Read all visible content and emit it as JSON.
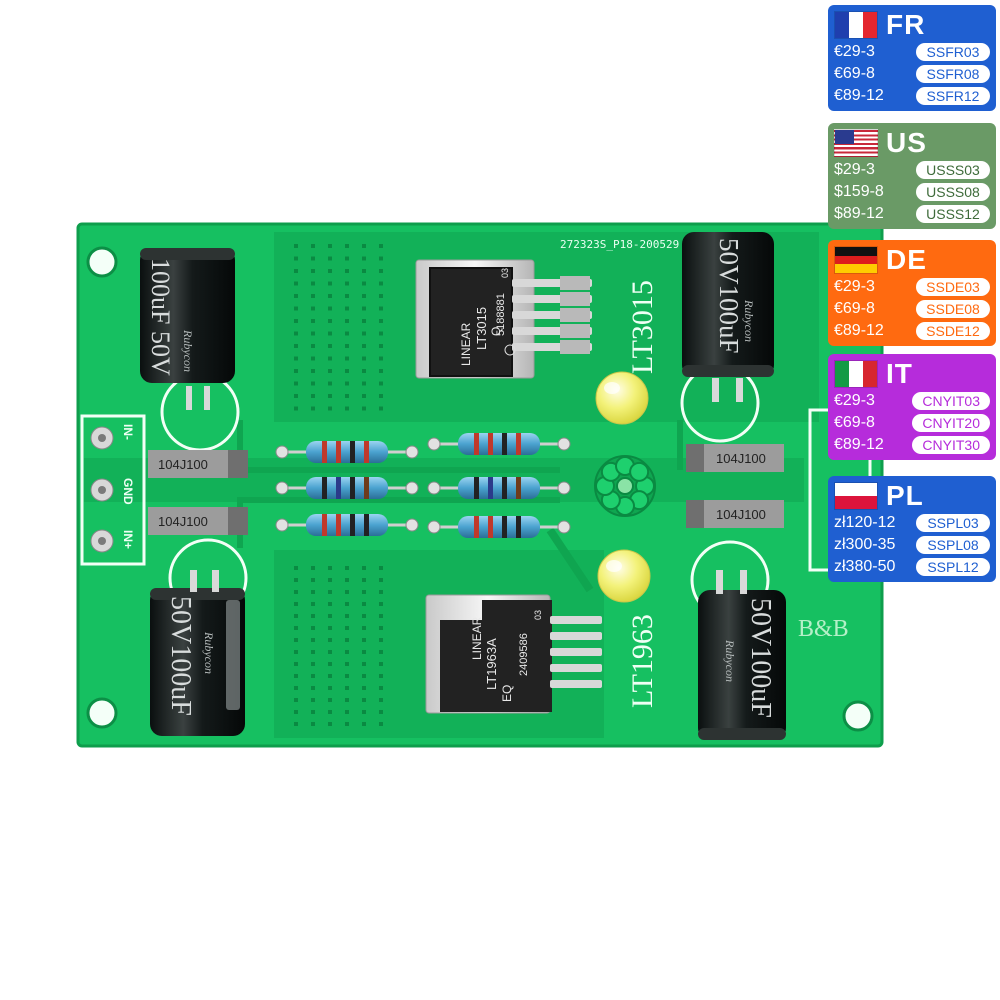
{
  "board": {
    "pcb_code": "272323S_P18-200529",
    "top_regulator": {
      "label": "LT3015",
      "chip_brand": "LINEAR",
      "chip_part": "LT3015",
      "chip_grade": "Q",
      "chip_lot": "5188881",
      "pin_mark": "03"
    },
    "bottom_regulator": {
      "label": "LT1963",
      "chip_brand": "LINEAR",
      "chip_part": "LT1963A",
      "chip_grade": "EQ",
      "chip_lot": "2409586",
      "pin_mark": "03"
    },
    "capacitors": [
      {
        "text": "100uF 50V",
        "brand": "Rubycon"
      },
      {
        "text": "50V100uF",
        "brand": "Rubycon"
      },
      {
        "text": "50V100uF",
        "brand": "Rubycon"
      },
      {
        "text": "50V100uF",
        "brand": "Rubycon"
      }
    ],
    "film_caps": [
      "104J100",
      "104J100",
      "104J100",
      "104J100"
    ],
    "terminals": [
      "IN-",
      "GND",
      "IN+"
    ],
    "maker_mark": "B&B"
  },
  "promos": [
    {
      "country": "FR",
      "color": "#1f5fd1",
      "rows": [
        {
          "price": "€29-3",
          "code": "SSFR03"
        },
        {
          "price": "€69-8",
          "code": "SSFR08"
        },
        {
          "price": "€89-12",
          "code": "SSFR12"
        }
      ]
    },
    {
      "country": "US",
      "color": "#6a9a66",
      "rows": [
        {
          "price": "$29-3",
          "code": "USSS03"
        },
        {
          "price": "$159-8",
          "code": "USSS08"
        },
        {
          "price": "$89-12",
          "code": "USSS12"
        }
      ]
    },
    {
      "country": "DE",
      "color": "#ff6a10",
      "rows": [
        {
          "price": "€29-3",
          "code": "SSDE03"
        },
        {
          "price": "€69-8",
          "code": "SSDE08"
        },
        {
          "price": "€89-12",
          "code": "SSDE12"
        }
      ]
    },
    {
      "country": "IT",
      "color": "#b62cdb",
      "rows": [
        {
          "price": "€29-3",
          "code": "CNYIT03"
        },
        {
          "price": "€69-8",
          "code": "CNYIT20"
        },
        {
          "price": "€89-12",
          "code": "CNYIT30"
        }
      ]
    },
    {
      "country": "PL",
      "color": "#1f5fd1",
      "rows": [
        {
          "price": "zł120-12",
          "code": "SSPL03"
        },
        {
          "price": "zł300-35",
          "code": "SSPL08"
        },
        {
          "price": "zł380-50",
          "code": "SSPL12"
        }
      ]
    }
  ]
}
